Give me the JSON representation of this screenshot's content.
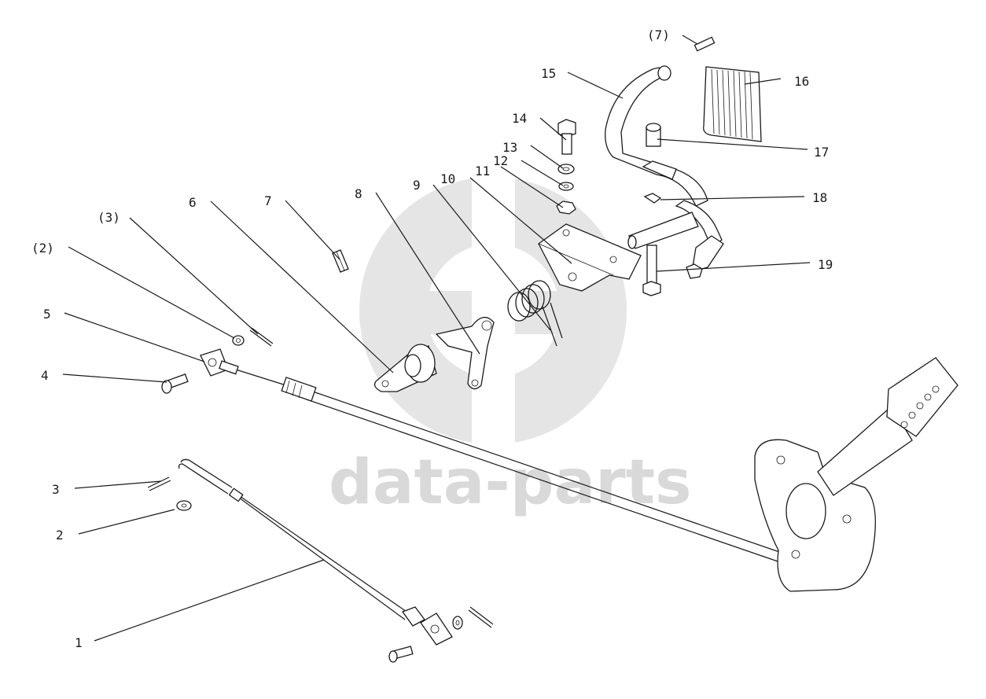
{
  "watermark": {
    "text": "data-parts",
    "color": "#d9d9d9"
  },
  "callouts": {
    "c1": "1",
    "c2": "2",
    "c3": "3",
    "c4": "4",
    "c5": "5",
    "c6": "6",
    "c7": "7",
    "c8": "8",
    "c9": "9",
    "c10": "10",
    "c11": "11",
    "c12": "12",
    "c13": "13",
    "c14": "14",
    "c15": "15",
    "c16": "16",
    "c17": "17",
    "c18": "18",
    "c19": "19",
    "p2": "(2)",
    "p3": "(3)",
    "p7a": "7",
    "p7b": "(7)"
  },
  "colors": {
    "line": "#1a1a1a",
    "background": "#ffffff"
  }
}
